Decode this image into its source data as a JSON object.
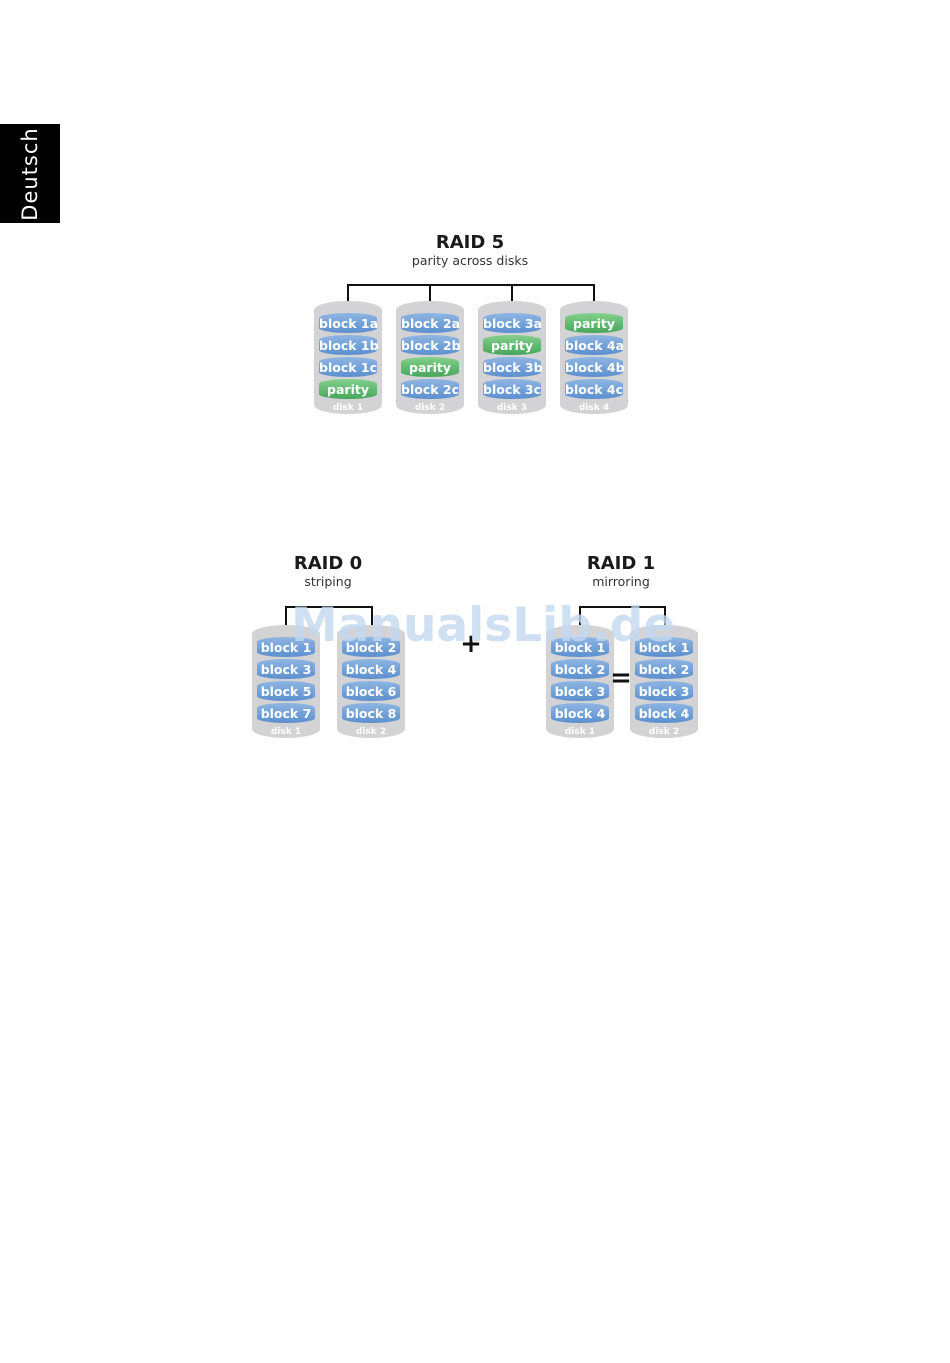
{
  "sidebar": {
    "language_tab": "Deutsch"
  },
  "watermark": "ManualsLib.de",
  "operators": {
    "plus": "+",
    "equals": "="
  },
  "colors": {
    "data_block": "#6a9bd8",
    "parity_block": "#57b36a",
    "disk_body": "#d3d3d5"
  },
  "raid5": {
    "title": "RAID 5",
    "subtitle": "parity across disks",
    "disks": [
      {
        "label": "disk 1",
        "blocks": [
          {
            "text": "block 1a",
            "kind": "data"
          },
          {
            "text": "block 1b",
            "kind": "data"
          },
          {
            "text": "block 1c",
            "kind": "data"
          },
          {
            "text": "parity",
            "kind": "parity"
          }
        ]
      },
      {
        "label": "disk 2",
        "blocks": [
          {
            "text": "block 2a",
            "kind": "data"
          },
          {
            "text": "block 2b",
            "kind": "data"
          },
          {
            "text": "parity",
            "kind": "parity"
          },
          {
            "text": "block 2c",
            "kind": "data"
          }
        ]
      },
      {
        "label": "disk 3",
        "blocks": [
          {
            "text": "block 3a",
            "kind": "data"
          },
          {
            "text": "parity",
            "kind": "parity"
          },
          {
            "text": "block 3b",
            "kind": "data"
          },
          {
            "text": "block 3c",
            "kind": "data"
          }
        ]
      },
      {
        "label": "disk 4",
        "blocks": [
          {
            "text": "parity",
            "kind": "parity"
          },
          {
            "text": "block 4a",
            "kind": "data"
          },
          {
            "text": "block 4b",
            "kind": "data"
          },
          {
            "text": "block 4c",
            "kind": "data"
          }
        ]
      }
    ]
  },
  "raid0": {
    "title": "RAID 0",
    "subtitle": "striping",
    "disks": [
      {
        "label": "disk 1",
        "blocks": [
          {
            "text": "block 1",
            "kind": "data"
          },
          {
            "text": "block 3",
            "kind": "data"
          },
          {
            "text": "block 5",
            "kind": "data"
          },
          {
            "text": "block 7",
            "kind": "data"
          }
        ]
      },
      {
        "label": "disk 2",
        "blocks": [
          {
            "text": "block 2",
            "kind": "data"
          },
          {
            "text": "block 4",
            "kind": "data"
          },
          {
            "text": "block 6",
            "kind": "data"
          },
          {
            "text": "block 8",
            "kind": "data"
          }
        ]
      }
    ]
  },
  "raid1": {
    "title": "RAID 1",
    "subtitle": "mirroring",
    "disks": [
      {
        "label": "disk 1",
        "blocks": [
          {
            "text": "block 1",
            "kind": "data"
          },
          {
            "text": "block 2",
            "kind": "data"
          },
          {
            "text": "block 3",
            "kind": "data"
          },
          {
            "text": "block 4",
            "kind": "data"
          }
        ]
      },
      {
        "label": "disk 2",
        "blocks": [
          {
            "text": "block 1",
            "kind": "data"
          },
          {
            "text": "block 2",
            "kind": "data"
          },
          {
            "text": "block 3",
            "kind": "data"
          },
          {
            "text": "block 4",
            "kind": "data"
          }
        ]
      }
    ]
  }
}
